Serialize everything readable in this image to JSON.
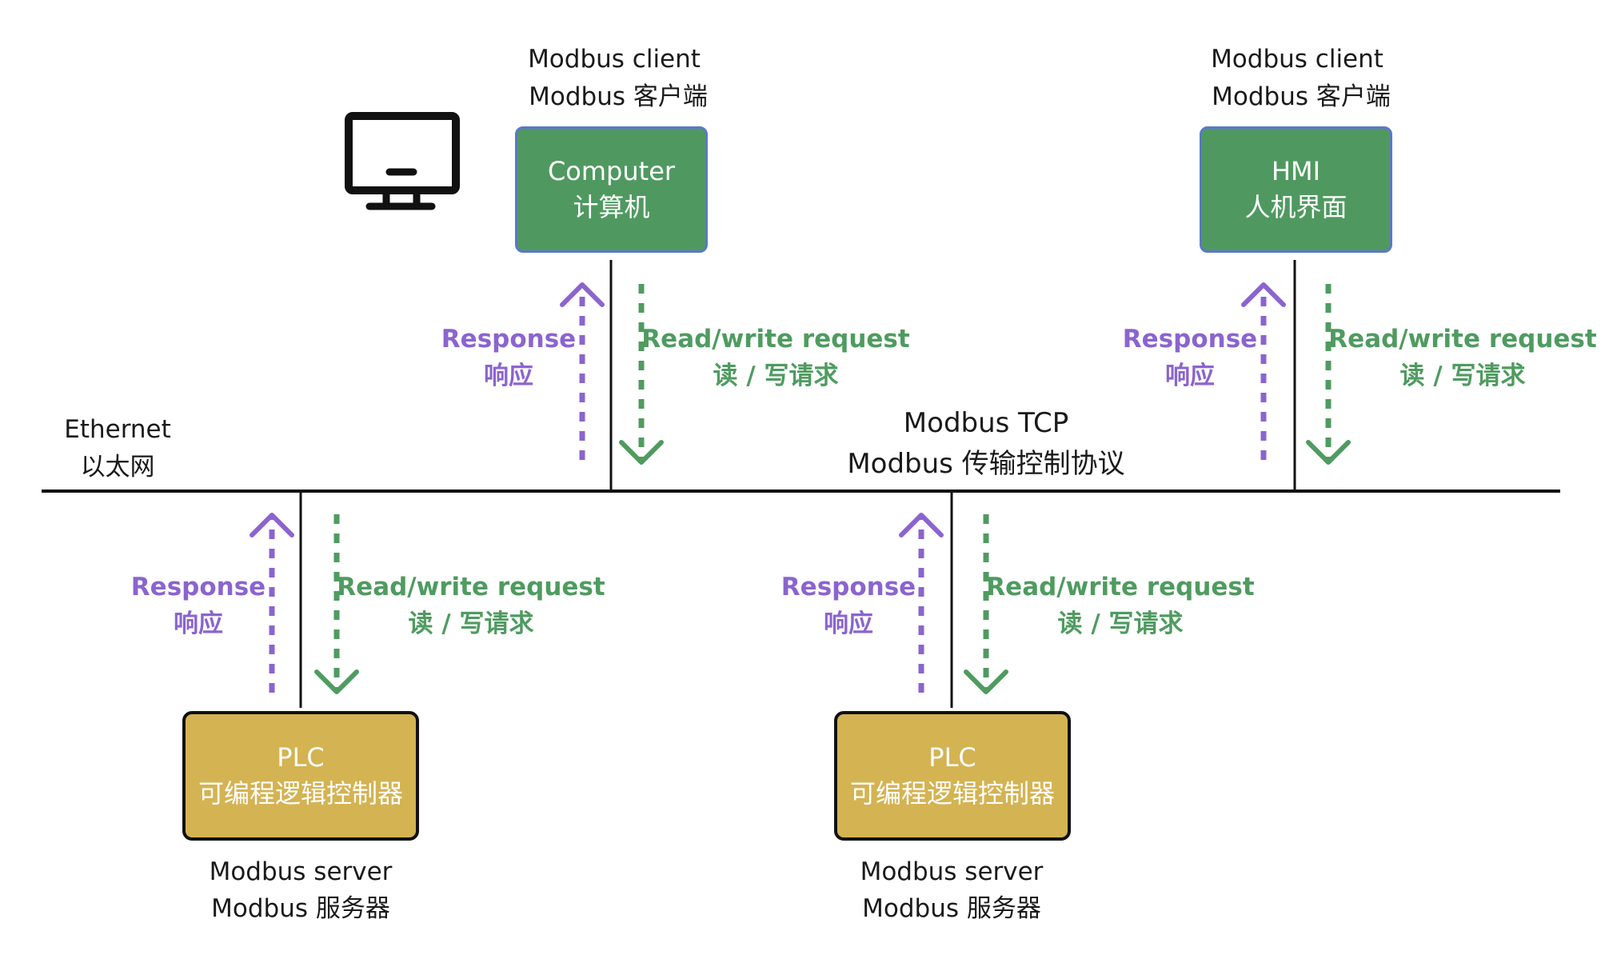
{
  "colors": {
    "client_fill": "#4f9960",
    "client_border": "#5b78c8",
    "server_fill": "#d4b352",
    "server_border": "#111111",
    "response": "#8b64cf",
    "request": "#4f9b60",
    "wire": "#111111"
  },
  "icons": {
    "computer": "monitor-icon"
  },
  "network": {
    "ethernet_en": "Ethernet",
    "ethernet_zh": "以太网",
    "protocol_en": "Modbus TCP",
    "protocol_zh": "Modbus 传输控制协议"
  },
  "clients": [
    {
      "role_en": "Modbus client",
      "role_zh": "Modbus 客户端",
      "name_en": "Computer",
      "name_zh": "计算机"
    },
    {
      "role_en": "Modbus client",
      "role_zh": "Modbus 客户端",
      "name_en": "HMI",
      "name_zh": "人机界面"
    }
  ],
  "servers": [
    {
      "name_en": "PLC",
      "name_zh": "可编程逻辑控制器",
      "role_en": "Modbus server",
      "role_zh": "Modbus 服务器"
    },
    {
      "name_en": "PLC",
      "name_zh": "可编程逻辑控制器",
      "role_en": "Modbus server",
      "role_zh": "Modbus 服务器"
    }
  ],
  "messages": {
    "response_en": "Response",
    "response_zh": "响应",
    "request_en": "Read/write request",
    "request_zh": "读 / 写请求"
  }
}
